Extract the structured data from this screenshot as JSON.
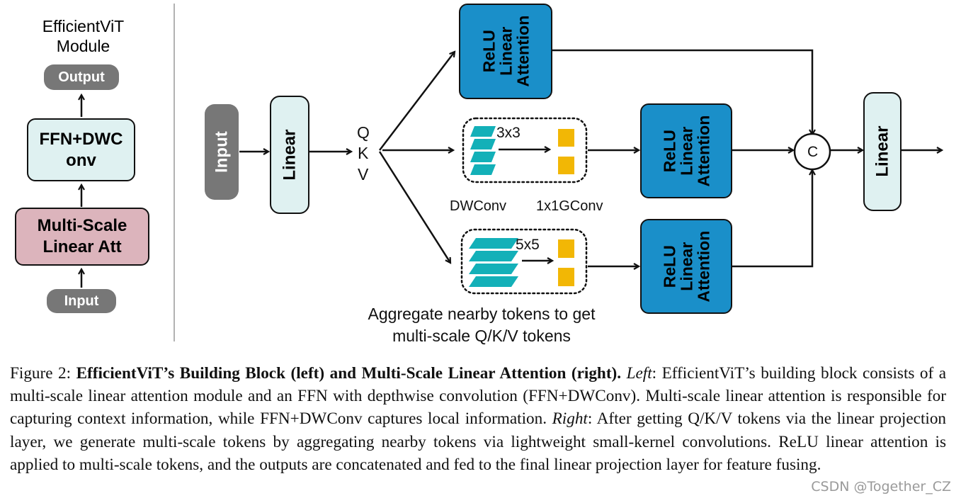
{
  "left_panel": {
    "title_line1": "EfficientViT",
    "title_line2": "Module",
    "output": "Output",
    "ffn_line1": "FFN+DWC",
    "ffn_line2": "onv",
    "msa_line1": "Multi-Scale",
    "msa_line2": "Linear Att",
    "input": "Input"
  },
  "right_panel": {
    "input": "Input",
    "linear_in": "Linear",
    "q": "Q",
    "k": "K",
    "v": "V",
    "relu_attn": [
      "ReLU",
      "Linear",
      "Attention"
    ],
    "kernel_3": "3x3",
    "kernel_5": "5x5",
    "dwconv": "DWConv",
    "gconv": "1x1GConv",
    "concat": "C",
    "linear_out": "Linear",
    "aggregate_line1": "Aggregate nearby tokens to get",
    "aggregate_line2": "multi-scale Q/K/V tokens"
  },
  "caption": {
    "label": "Figure 2:",
    "bold_title": "EfficientViT’s Building Block (left) and Multi-Scale Linear Attention (right).",
    "left_word": "Left",
    "left_text": ": EfficientViT’s building block consists of a multi-scale linear attention module and an FFN with depthwise convolution (FFN+DWConv). Multi-scale linear attention is responsible for capturing context information, while FFN+DWConv captures local information.",
    "right_word": "Right",
    "right_text": ": After getting Q/K/V tokens via the linear projection layer, we generate multi-scale tokens by aggregating nearby tokens via lightweight small-kernel convolutions. ReLU linear attention is applied to multi-scale tokens, and the outputs are concatenated and fed to the final linear projection layer for feature fusing."
  },
  "watermark": "CSDN @Together_CZ",
  "colors": {
    "relu_blue": "#1a8fc9",
    "light_cyan": "#dff1f1",
    "pink": "#dcb4bc",
    "gray_pill": "#777777",
    "token_teal": "#13b0b8",
    "token_yellow": "#f2b705"
  }
}
